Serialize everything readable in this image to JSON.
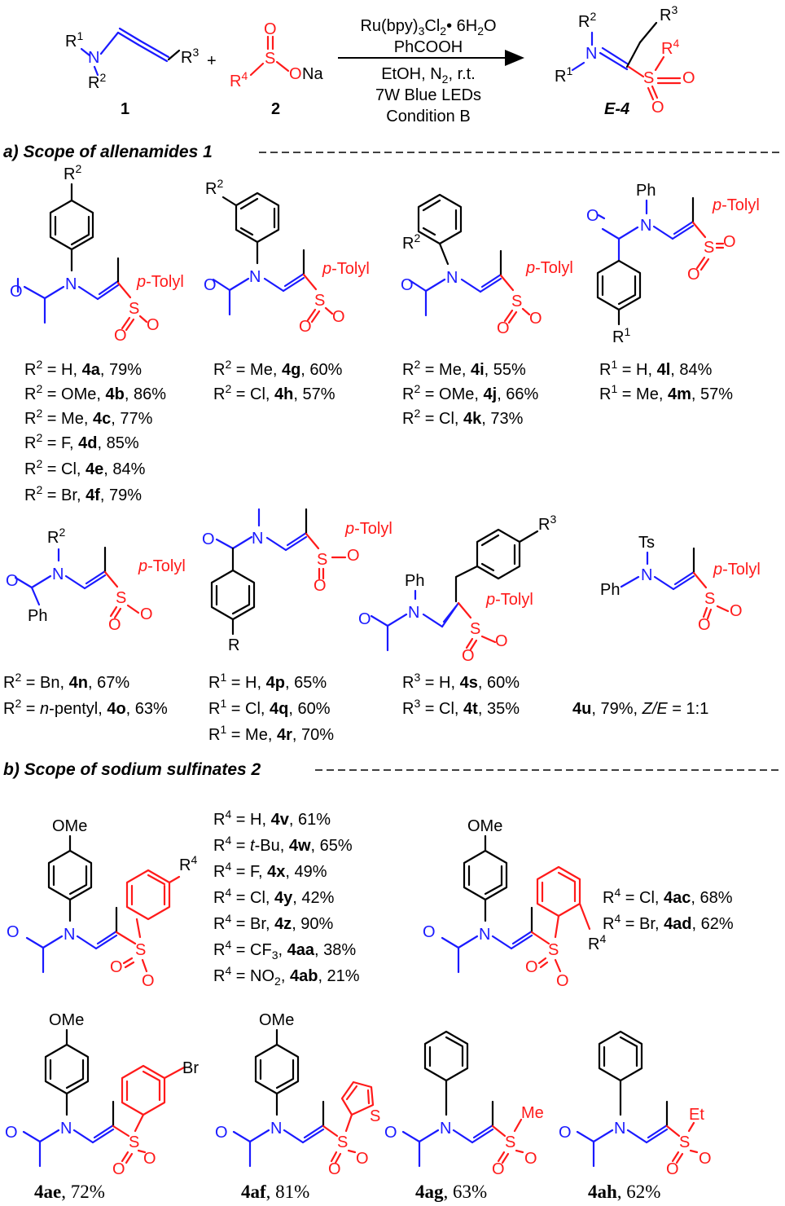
{
  "reaction": {
    "reagent1_label": "1",
    "reagent2_label": "2",
    "product_label": "E-4",
    "conditions": [
      "Ru(bpy)3Cl2• 6H2O",
      "PhCOOH",
      "EtOH, N2, r.t.",
      "7W Blue LEDs",
      "Condition B"
    ]
  },
  "section_a": {
    "title": "a) Scope of allenamides  1",
    "group1": [
      {
        "r": "H",
        "cmpd": "4a",
        "yield": "79%"
      },
      {
        "r": "OMe",
        "cmpd": "4b",
        "yield": "86%"
      },
      {
        "r": "Me",
        "cmpd": "4c",
        "yield": "77%"
      },
      {
        "r": "F",
        "cmpd": "4d",
        "yield": "85%"
      },
      {
        "r": "Cl",
        "cmpd": "4e",
        "yield": "84%"
      },
      {
        "r": "Br",
        "cmpd": "4f",
        "yield": "79%"
      }
    ],
    "group2": [
      {
        "r": "Me",
        "cmpd": "4g",
        "yield": "60%"
      },
      {
        "r": "Cl",
        "cmpd": "4h",
        "yield": "57%"
      }
    ],
    "group3": [
      {
        "r": "Me",
        "cmpd": "4i",
        "yield": "55%"
      },
      {
        "r": "OMe",
        "cmpd": "4j",
        "yield": "66%"
      },
      {
        "r": "Cl",
        "cmpd": "4k",
        "yield": "73%"
      }
    ],
    "group4": [
      {
        "r": "H",
        "cmpd": "4l",
        "yield": "84%"
      },
      {
        "r": "Me",
        "cmpd": "4m",
        "yield": "57%"
      }
    ],
    "group5": [
      {
        "r": "Bn",
        "cmpd": "4n",
        "yield": "67%"
      },
      {
        "r": "n-pentyl",
        "cmpd": "4o",
        "yield": "63%"
      }
    ],
    "group6": [
      {
        "r": "H",
        "cmpd": "4p",
        "yield": "65%"
      },
      {
        "r": "Cl",
        "cmpd": "4q",
        "yield": "60%"
      },
      {
        "r": "Me",
        "cmpd": "4r",
        "yield": "70%"
      }
    ],
    "group7": [
      {
        "r": "H",
        "cmpd": "4s",
        "yield": "60%"
      },
      {
        "r": "Cl",
        "cmpd": "4t",
        "yield": "35%"
      }
    ],
    "group8": {
      "cmpd": "4u",
      "yield": "79%",
      "ratio_label": "Z/E",
      "ratio": "1:1"
    }
  },
  "section_b": {
    "title": "b) Scope of sodium sulfinates 2",
    "group1": [
      {
        "r": "H",
        "cmpd": "4v",
        "yield": "61%"
      },
      {
        "r": "t-Bu",
        "cmpd": "4w",
        "yield": "65%"
      },
      {
        "r": "F",
        "cmpd": "4x",
        "yield": "49%"
      },
      {
        "r": "Cl",
        "cmpd": "4y",
        "yield": "42%"
      },
      {
        "r": "Br",
        "cmpd": "4z",
        "yield": "90%"
      },
      {
        "r": "CF3",
        "cmpd": "4aa",
        "yield": "38%"
      },
      {
        "r": "NO2",
        "cmpd": "4ab",
        "yield": "21%"
      }
    ],
    "group2": [
      {
        "r": "Cl",
        "cmpd": "4ac",
        "yield": "68%"
      },
      {
        "r": "Br",
        "cmpd": "4ad",
        "yield": "62%"
      }
    ],
    "bottom": [
      {
        "cmpd": "4ae",
        "yield": "72%"
      },
      {
        "cmpd": "4af",
        "yield": "81%"
      },
      {
        "cmpd": "4ag",
        "yield": "63%"
      },
      {
        "cmpd": "4ah",
        "yield": "62%"
      }
    ]
  },
  "atoms": {
    "N": "N",
    "O": "O",
    "S": "S",
    "Na": "Na",
    "R1": "R",
    "R2": "R",
    "R3": "R",
    "R4": "R",
    "Ph": "Ph",
    "Ts": "Ts",
    "pTolyl": "p-Tolyl",
    "OMe": "OMe",
    "Me": "Me",
    "Et": "Et",
    "Br": "Br",
    "R": "R"
  }
}
